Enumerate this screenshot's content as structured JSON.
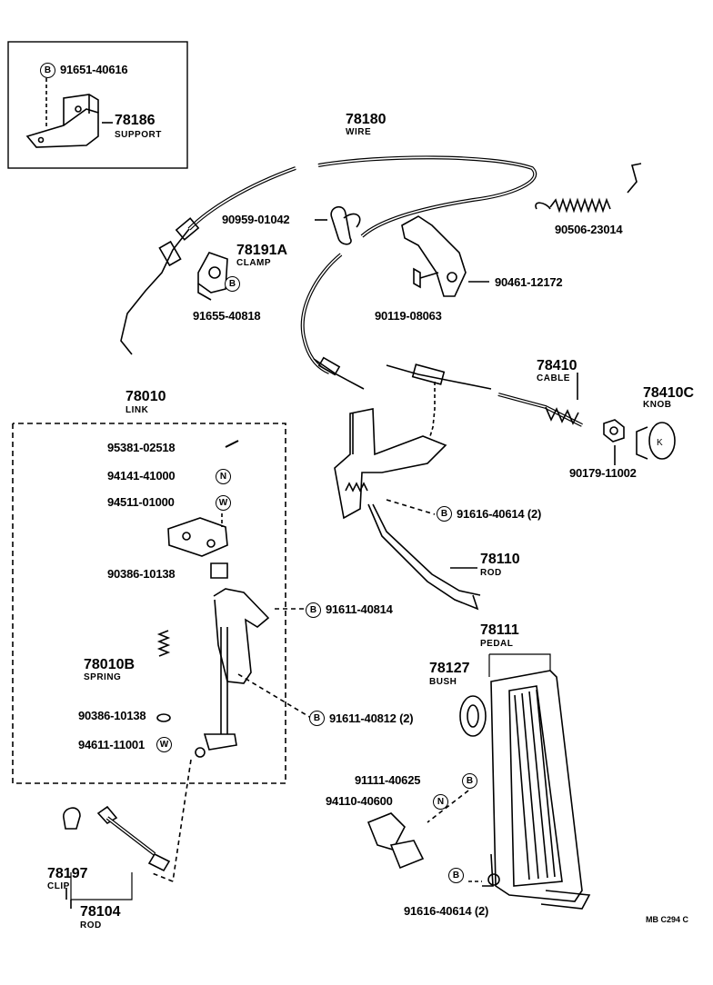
{
  "support_box": {
    "bolt_part": "91651-40616",
    "bolt_mark": "B",
    "support_num": "78186",
    "support_name": "SUPPORT"
  },
  "wire": {
    "num": "78180",
    "name": "WIRE"
  },
  "upper_parts": {
    "clip_part": "90959-01042",
    "spring_part": "90506-23014",
    "clamp_num": "78191A",
    "clamp_name": "CLAMP",
    "bracket_part": "90461-12172",
    "bolt_part": "90119-08063",
    "clamp_bolt_part": "91655-40818",
    "clamp_bolt_mark": "B"
  },
  "cable": {
    "num": "78410",
    "name": "CABLE",
    "knob_num": "78410C",
    "knob_name": "KNOB",
    "nut_part": "90179-11002"
  },
  "link": {
    "num": "78010",
    "name": "LINK",
    "parts": [
      {
        "part": "95381-02518",
        "mark": ""
      },
      {
        "part": "94141-41000",
        "mark": "N"
      },
      {
        "part": "94511-01000",
        "mark": "W"
      },
      {
        "part": "90386-10138",
        "mark": ""
      }
    ],
    "spring_num": "78010B",
    "spring_name": "SPRING",
    "lower_parts": [
      {
        "part": "90386-10138",
        "mark": ""
      },
      {
        "part": "94611-11001",
        "mark": "W"
      }
    ]
  },
  "callouts": {
    "c1": {
      "part": "91616-40614 (2)",
      "mark": "B"
    },
    "c2": {
      "part": "91611-40814",
      "mark": "B"
    },
    "c3": {
      "part": "91611-40812 (2)",
      "mark": "B"
    }
  },
  "rod": {
    "num": "78110",
    "name": "ROD"
  },
  "pedal": {
    "num": "78111",
    "name": "PEDAL",
    "bush_num": "78127",
    "bush_name": "BUSH",
    "bolt_part": "91111-40625",
    "bolt_mark": "B",
    "nut_part": "94110-40600",
    "nut_mark": "N",
    "bottom_part": "91616-40614 (2)",
    "bottom_mark": "B"
  },
  "clip_rod": {
    "clip_num": "78197",
    "clip_name": "CLIP",
    "rod_num": "78104",
    "rod_name": "ROD"
  },
  "figure_code": "MB  C294 C"
}
